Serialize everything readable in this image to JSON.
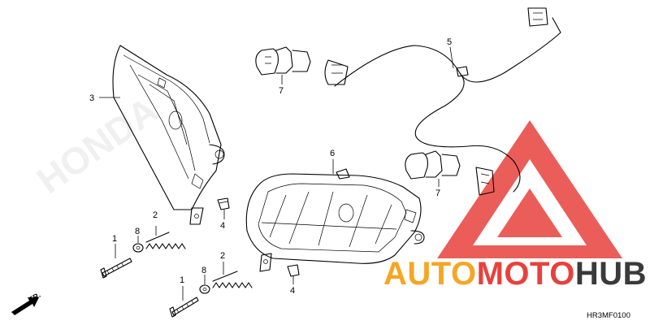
{
  "diagram": {
    "callouts": {
      "headlight_left": "3",
      "headlight_right": "6",
      "harness": "5",
      "bulb_top": "7",
      "bulb_bottom": "7",
      "bolt_a": "1",
      "bolt_b": "1",
      "spring_a": "2",
      "spring_b": "2",
      "washer_a": "8",
      "washer_b": "8",
      "nut_a": "4",
      "nut_b": "4"
    },
    "direction_label": "FR.",
    "drawing_code": "HR3MF0100",
    "watermark": {
      "part1": "AUTO",
      "part2": "MOTO",
      "part3": "HUB",
      "colors": {
        "orange": "#f5a623",
        "red": "#e8413c",
        "dark": "#3a3a3a"
      }
    },
    "brand_watermark": "HONDA"
  }
}
